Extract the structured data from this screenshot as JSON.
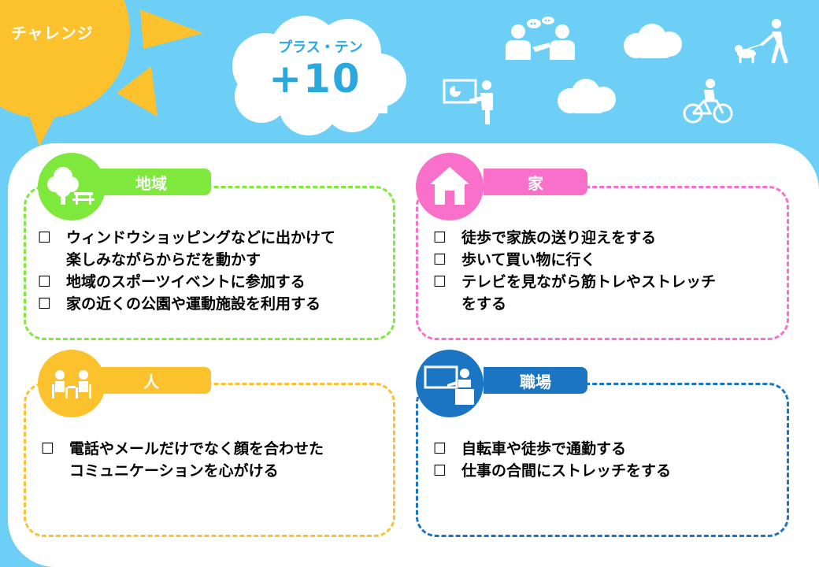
{
  "badge": {
    "label": "チャレンジ"
  },
  "title": {
    "sub": "プラス・テン",
    "main": "+10"
  },
  "colors": {
    "sky": "#6dcff6",
    "sun": "#fcc22d",
    "chiiki": "#7ee83c",
    "ie": "#f870c9",
    "hito": "#fcc22d",
    "shokuba": "#1b75c2"
  },
  "icons": [
    "people-talking-icon",
    "presentation-icon",
    "walking-dog-icon",
    "cyclist-icon",
    "tree-bench-icon",
    "house-icon",
    "meeting-icon",
    "office-desk-icon"
  ],
  "sections": {
    "chiiki": {
      "label": "地域",
      "items": [
        {
          "checkbox": "☐",
          "line1": "ウィンドウショッピングなどに出かけて",
          "line2": "楽しみながらからだを動かす"
        },
        {
          "checkbox": "☐",
          "line1": "地域のスポーツイベントに参加する",
          "line2": ""
        },
        {
          "checkbox": "☐",
          "line1": "家の近くの公園や運動施設を利用する",
          "line2": ""
        }
      ]
    },
    "ie": {
      "label": "家",
      "items": [
        {
          "checkbox": "☐",
          "line1": "徒歩で家族の送り迎えをする",
          "line2": ""
        },
        {
          "checkbox": "☐",
          "line1": "歩いて買い物に行く",
          "line2": ""
        },
        {
          "checkbox": "☐",
          "line1": "テレビを見ながら筋トレやストレッチ",
          "line2": "をする"
        }
      ]
    },
    "hito": {
      "label": "人",
      "items": [
        {
          "checkbox": "☐",
          "line1": "電話やメールだけでなく顔を合わせた",
          "line2": "コミュニケーションを心がける"
        }
      ]
    },
    "shokuba": {
      "label": "職場",
      "items": [
        {
          "checkbox": "☐",
          "line1": "自転車や徒歩で通勤する",
          "line2": ""
        },
        {
          "checkbox": "☐",
          "line1": "仕事の合間にストレッチをする",
          "line2": ""
        }
      ]
    }
  }
}
